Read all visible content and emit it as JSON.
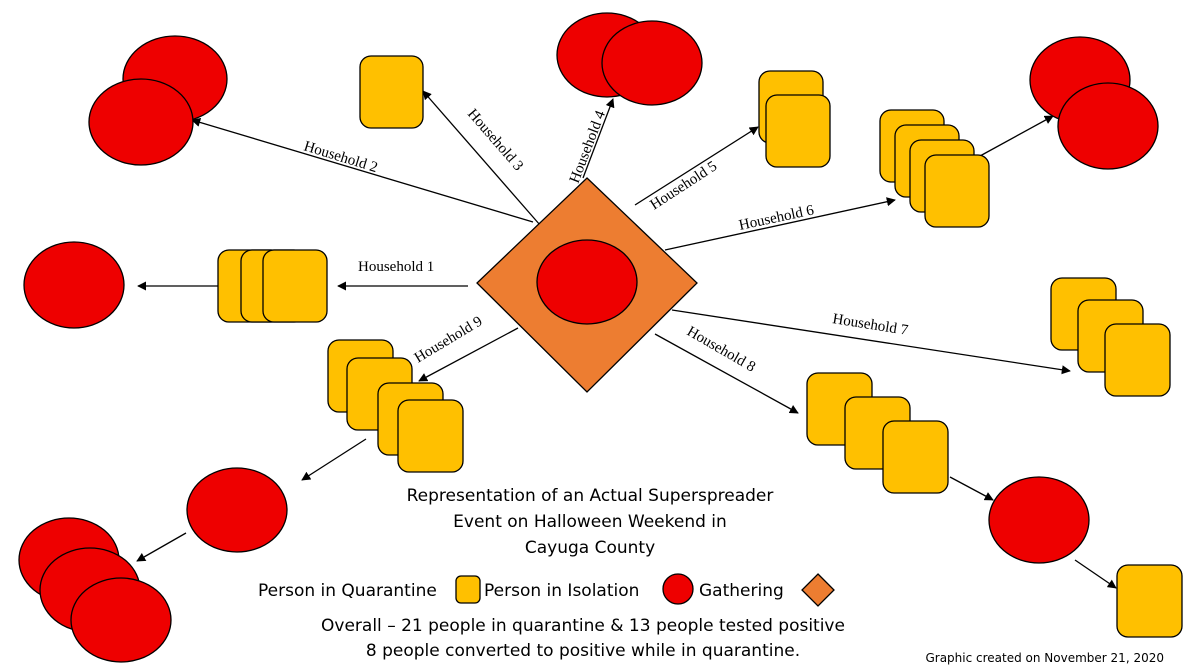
{
  "diagram": {
    "households": [
      {
        "id": "h1",
        "label": "Household 1"
      },
      {
        "id": "h2",
        "label": "Household 2"
      },
      {
        "id": "h3",
        "label": "Household 3"
      },
      {
        "id": "h4",
        "label": "Household 4"
      },
      {
        "id": "h5",
        "label": "Household 5"
      },
      {
        "id": "h6",
        "label": "Household 6"
      },
      {
        "id": "h7",
        "label": "Household 7"
      },
      {
        "id": "h8",
        "label": "Household 8"
      },
      {
        "id": "h9",
        "label": "Household 9"
      }
    ],
    "title_lines": [
      "Representation of an Actual Superspreader",
      "Event on Halloween Weekend in",
      "Cayuga County"
    ],
    "legend": {
      "quarantine": "Person in Quarantine",
      "isolation": "Person in Isolation",
      "gathering": "Gathering"
    },
    "summary_lines": [
      "Overall – 21 people in quarantine & 13 people tested positive",
      "8 people converted to positive while in quarantine."
    ],
    "credit": "Graphic created on November 21, 2020",
    "colors": {
      "isolation": "#ee0000",
      "quarantine": "#ffc000",
      "gathering": "#ed7d31",
      "stroke": "#000000"
    }
  }
}
